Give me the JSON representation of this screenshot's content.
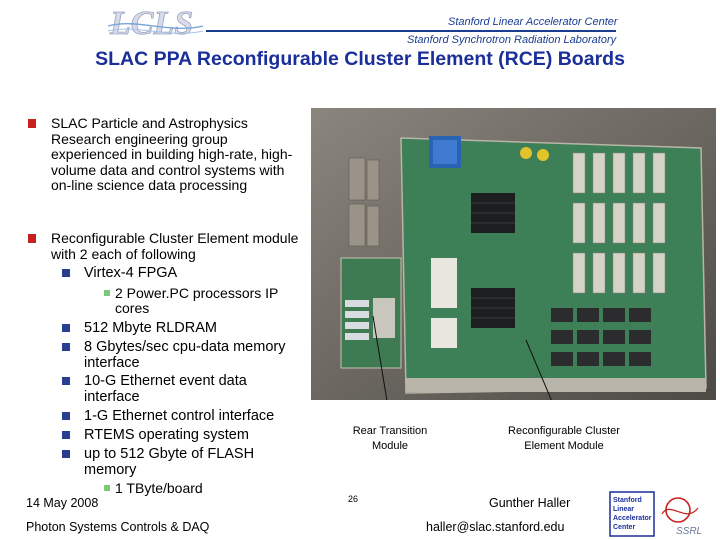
{
  "header": {
    "logo_text": "LCLS",
    "line1": "Stanford Linear Accelerator Center",
    "line2": "Stanford Synchrotron Radiation Laboratory"
  },
  "title": "SLAC PPA Reconfigurable Cluster Element (RCE) Boards",
  "bullets": {
    "b1": "SLAC Particle and Astrophysics Research engineering group experienced in building high-rate, high-volume data and control systems with on-line science data processing",
    "b2": "Reconfigurable Cluster Element module with 2 each of following",
    "sub": [
      "Virtex-4 FPGA",
      "512 Mbyte RLDRAM",
      "8 Gbytes/sec cpu-data memory interface",
      "10-G Ethernet event data interface",
      "1-G Ethernet control interface",
      "RTEMS operating system",
      "up to 512 Gbyte of FLASH memory"
    ],
    "subsub_fpga": "2 Power.PC processors IP cores",
    "subsub_flash": "1 TByte/board"
  },
  "captions": {
    "rear": "Rear Transition Module",
    "rce": "Reconfigurable Cluster Element Module"
  },
  "footer": {
    "date": "14 May 2008",
    "dept": "Photon Systems Controls & DAQ",
    "page": "26",
    "author": "Gunther Haller",
    "email": "haller@slac.stanford.edu",
    "logo_lines": [
      "Stanford",
      "Linear",
      "Accelerator",
      "Center"
    ],
    "logo_mark": "SSRL"
  },
  "colors": {
    "title": "#1b2f9a",
    "bullet_l1": "#c8201c",
    "bullet_l2": "#2a3d8e",
    "bullet_l3": "#7dc87a"
  }
}
